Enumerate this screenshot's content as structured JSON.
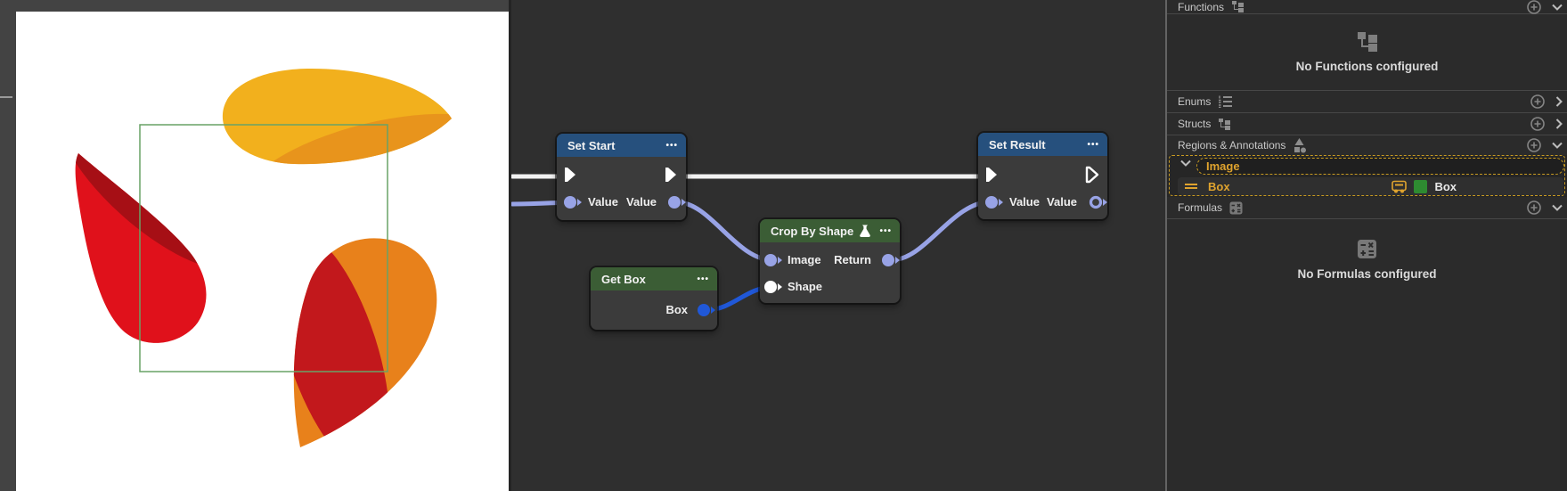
{
  "colors": {
    "canvas_bg": "#2f2f2f",
    "panel_bg": "#2b2b2b",
    "node_body": "#3b3b3b",
    "header_blue": "#26507d",
    "header_green": "#3b5d35",
    "wire_white": "#f2f2f2",
    "wire_purple": "#98a3e6",
    "wire_blue": "#2058d8",
    "pin_purple": "#98a3e6",
    "pin_white": "#ffffff",
    "pin_blue": "#2058d8",
    "exec_white": "#ffffff",
    "amber": "#dfa32e",
    "amber_dash": "#c79a22",
    "swatch_green": "#2e8b31",
    "region_box_green": "#69a266",
    "blob_yellow": "#f2b01d",
    "blob_yellow_shade": "#e8941c",
    "blob_red": "#e0111b",
    "blob_red_shade": "#a60f15",
    "blob_orange": "#e8811b",
    "blob_orange_shade": "#c2181c",
    "icon_gray": "#8d8d8d"
  },
  "canvas": {
    "nodes": {
      "set_start": {
        "title": "Set Start",
        "menu": "•••",
        "pins": {
          "value_in": "Value",
          "value_out": "Value"
        }
      },
      "crop_by_shape": {
        "title": "Crop By Shape",
        "menu": "•••",
        "pins": {
          "image": "Image",
          "return": "Return",
          "shape": "Shape"
        }
      },
      "get_box": {
        "title": "Get Box",
        "menu": "•••",
        "pins": {
          "box": "Box"
        }
      },
      "set_result": {
        "title": "Set Result",
        "menu": "•••",
        "pins": {
          "value_in": "Value",
          "value_out": "Value"
        }
      }
    }
  },
  "panel": {
    "functions": {
      "label": "Functions",
      "empty": "No Functions configured"
    },
    "enums": {
      "label": "Enums"
    },
    "structs": {
      "label": "Structs"
    },
    "regions": {
      "label": "Regions & Annotations",
      "group": "Image",
      "item_name": "Box",
      "item_type": "Box"
    },
    "formulas": {
      "label": "Formulas",
      "empty": "No Formulas configured"
    }
  }
}
